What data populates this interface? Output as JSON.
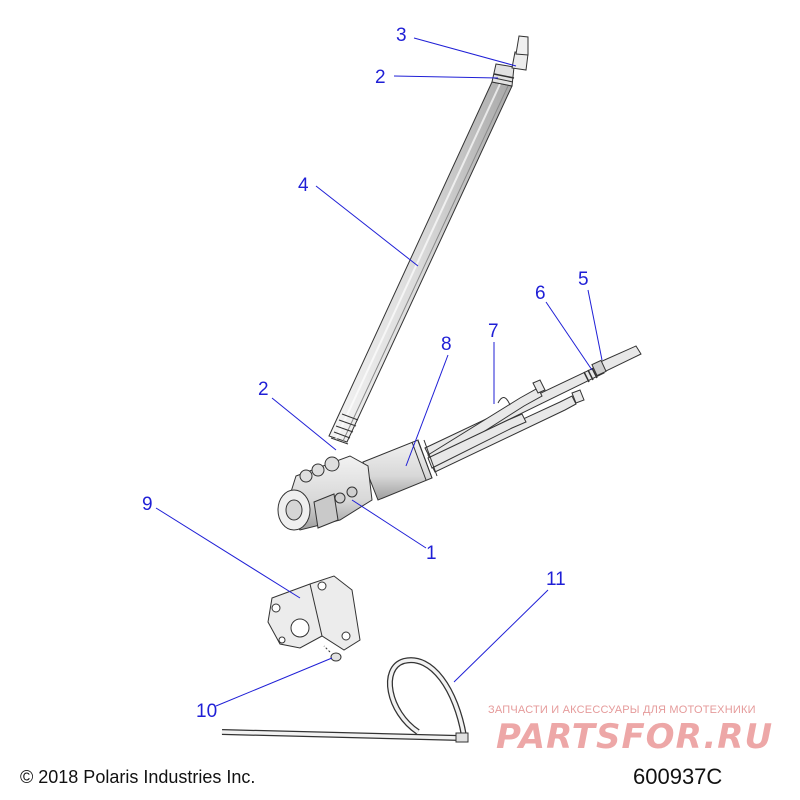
{
  "callouts": {
    "c1": "1",
    "c2a": "2",
    "c2b": "2",
    "c3": "3",
    "c4": "4",
    "c5": "5",
    "c6": "6",
    "c7": "7",
    "c8": "8",
    "c9": "9",
    "c10": "10",
    "c11": "11"
  },
  "footer": {
    "copyright": "© 2018 Polaris Industries Inc.",
    "figure_id": "600937C"
  },
  "watermark": {
    "tagline": "ЗАПЧАСТИ И АКСЕССУАРЫ ДЛЯ МОТОТЕХНИКИ",
    "brand": "PARTSFOR.RU"
  },
  "colors": {
    "callout": "#1f1fd6",
    "line_art": "#333333",
    "part_fill": "#e6e6e6",
    "watermark": "#e06060"
  }
}
